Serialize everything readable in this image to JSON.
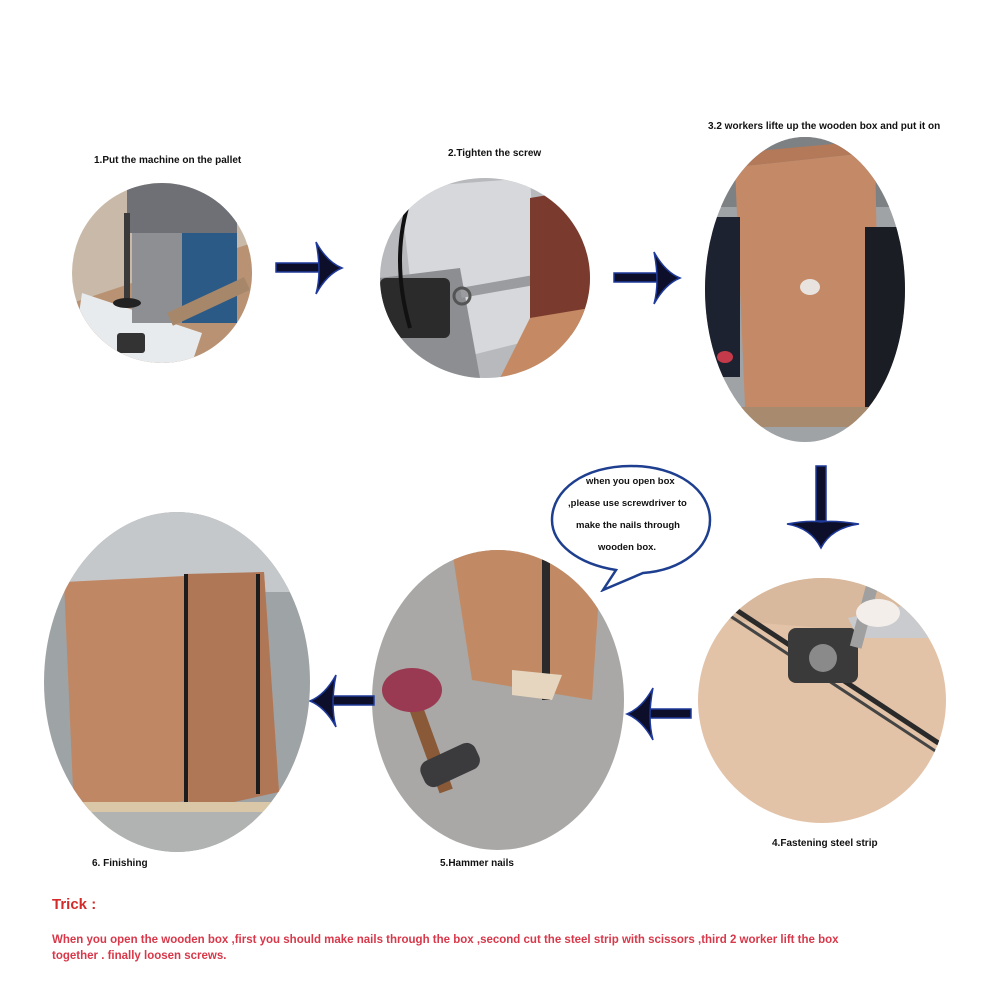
{
  "steps": [
    {
      "number": 1,
      "caption": "1.Put the machine on the pallet",
      "photo": "machine-on-pallet"
    },
    {
      "number": 2,
      "caption": "2.Tighten the screw",
      "photo": "tighten-screw"
    },
    {
      "number": 3,
      "caption": "3.2 workers lifte up the wooden box and put it on",
      "photo": "workers-lift-box"
    },
    {
      "number": 4,
      "caption": "4.Fastening steel strip",
      "photo": "fastening-steel-strip"
    },
    {
      "number": 5,
      "caption": "5.Hammer nails",
      "photo": "hammer-nails"
    },
    {
      "number": 6,
      "caption": "6. Finishing",
      "photo": "finished-crate"
    }
  ],
  "bubble": {
    "lines": [
      "when you open box",
      ",please use screwdriver to",
      "make the nails through",
      "wooden box."
    ]
  },
  "trick": {
    "title": "Trick :",
    "body_line1": "When you open the wooden box ,first you should make nails through the box ,second cut the steel strip with scissors ,third 2 worker lift the box",
    "body_line2": "together . finally loosen  screws."
  },
  "colors": {
    "arrow_fill": "#0d0f2a",
    "arrow_edge": "#1f3a9a",
    "trick_red": "#d42a2a",
    "bubble_outline": "#1e3f8f"
  }
}
